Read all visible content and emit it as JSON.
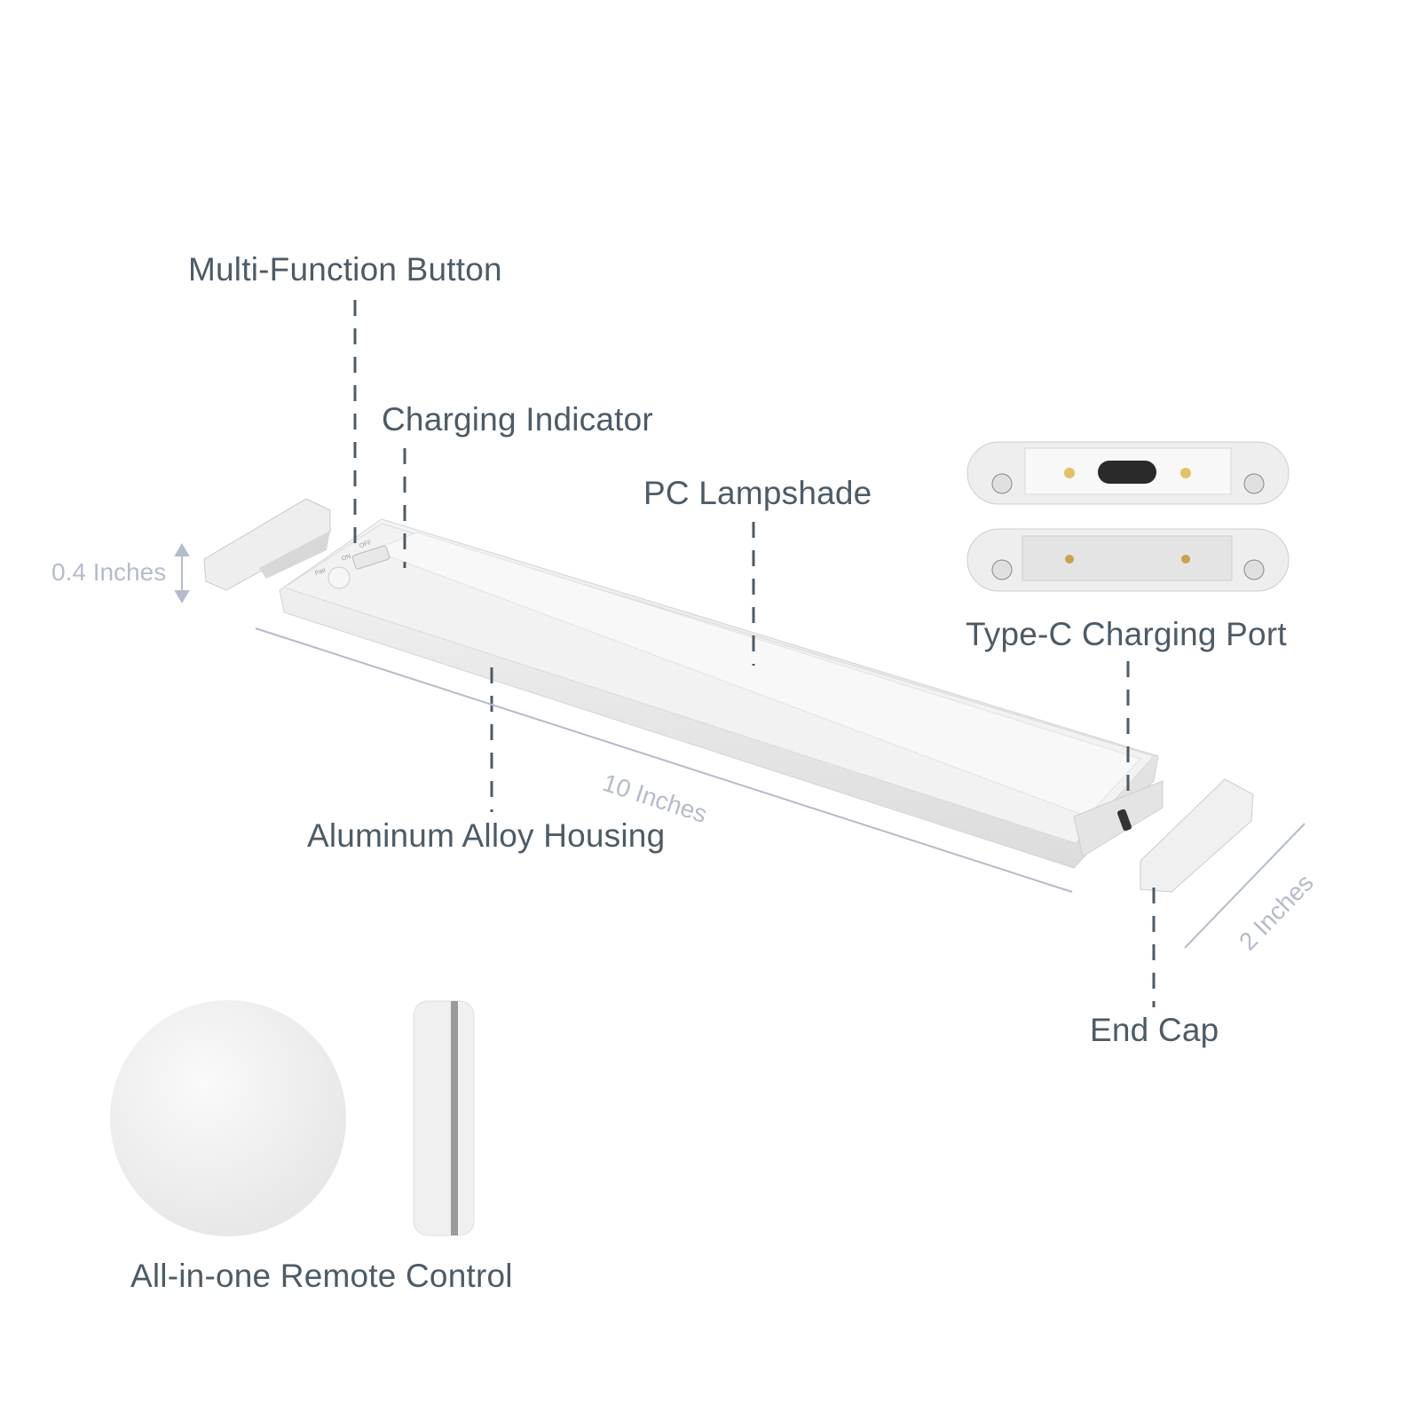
{
  "labels": {
    "multi_function_button": "Multi-Function Button",
    "charging_indicator": "Charging Indicator",
    "pc_lampshade": "PC Lampshade",
    "type_c_port": "Type-C Charging Port",
    "aluminum_housing": "Aluminum Alloy Housing",
    "end_cap": "End Cap",
    "remote_control": "All-in-one Remote Control"
  },
  "dimensions": {
    "height": "0.4 Inches",
    "length": "10 Inches",
    "width": "2 Inches"
  },
  "switch_labels": {
    "pair": "Pair",
    "on": "ON",
    "off": "OFF"
  },
  "colors": {
    "label": "#4d5b66",
    "dimension": "#b4bccb",
    "leader": "#4d5b66"
  }
}
